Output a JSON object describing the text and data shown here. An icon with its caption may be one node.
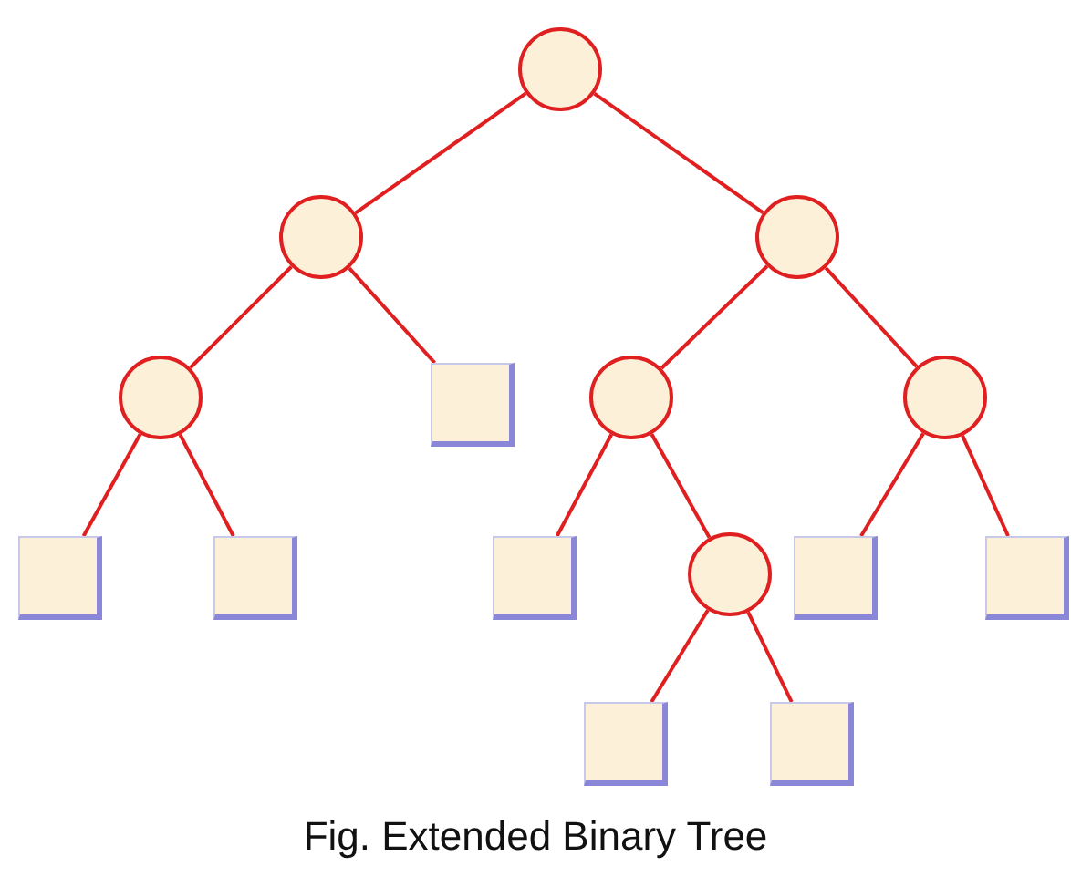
{
  "diagram": {
    "caption": "Fig. Extended Binary Tree",
    "nodes": [
      {
        "text": [],
        "shape": "circle"
      },
      {
        "text": [],
        "shape": "circle"
      },
      {
        "text": [],
        "shape": "circle"
      },
      {
        "text": [],
        "shape": "circle"
      },
      {
        "text": [],
        "shape": "box"
      },
      {
        "text": [],
        "shape": "circle"
      },
      {
        "text": [],
        "shape": "circle"
      },
      {
        "text": [],
        "shape": "box"
      },
      {
        "text": [],
        "shape": "box"
      },
      {
        "text": [],
        "shape": "box"
      },
      {
        "text": [],
        "shape": "circle"
      },
      {
        "text": [],
        "shape": "box"
      },
      {
        "text": [],
        "shape": "box"
      },
      {
        "text": [],
        "shape": "box"
      },
      {
        "text": [],
        "shape": "box"
      }
    ],
    "edges": [
      {
        "from": 0,
        "to": 1,
        "arrow": "none"
      },
      {
        "from": 0,
        "to": 2,
        "arrow": "none"
      },
      {
        "from": 1,
        "to": 3,
        "arrow": "none"
      },
      {
        "from": 1,
        "to": 4,
        "arrow": "none"
      },
      {
        "from": 2,
        "to": 5,
        "arrow": "none"
      },
      {
        "from": 2,
        "to": 6,
        "arrow": "none"
      },
      {
        "from": 3,
        "to": 7,
        "arrow": "none"
      },
      {
        "from": 3,
        "to": 8,
        "arrow": "none"
      },
      {
        "from": 5,
        "to": 9,
        "arrow": "none"
      },
      {
        "from": 5,
        "to": 10,
        "arrow": "none"
      },
      {
        "from": 6,
        "to": 11,
        "arrow": "none"
      },
      {
        "from": 6,
        "to": 12,
        "arrow": "none"
      },
      {
        "from": 10,
        "to": 13,
        "arrow": "none"
      },
      {
        "from": 10,
        "to": 14,
        "arrow": "none"
      }
    ]
  }
}
